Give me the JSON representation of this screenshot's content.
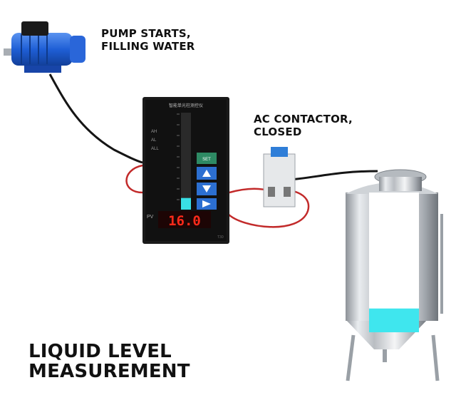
{
  "labels": {
    "pump_line1": "PUMP STARTS,",
    "pump_line2": "FILLING WATER",
    "contactor_line1": "AC CONTACTOR,",
    "contactor_line2": "CLOSED",
    "title_line1": "LIQUID LEVEL",
    "title_line2": "MEASUREMENT"
  },
  "controller": {
    "header_text": "智能单光柱测控仪",
    "side_labels": [
      "AH",
      "AL",
      "ALL"
    ],
    "pv_label": "PV",
    "readout": "16.0",
    "set_button": "SET",
    "bar_level": 0.12,
    "corner_tag": "T30"
  },
  "tank": {
    "fill_level": 0.17
  },
  "colors": {
    "pump_body": "#1f5fd6",
    "led_red": "#ff2a1a",
    "bar_fill": "#39e0e6",
    "tank_water": "#3fe6ee",
    "wire_red": "#c22a2a",
    "wire_black": "#151515",
    "contactor_blue": "#2f7ed8"
  }
}
